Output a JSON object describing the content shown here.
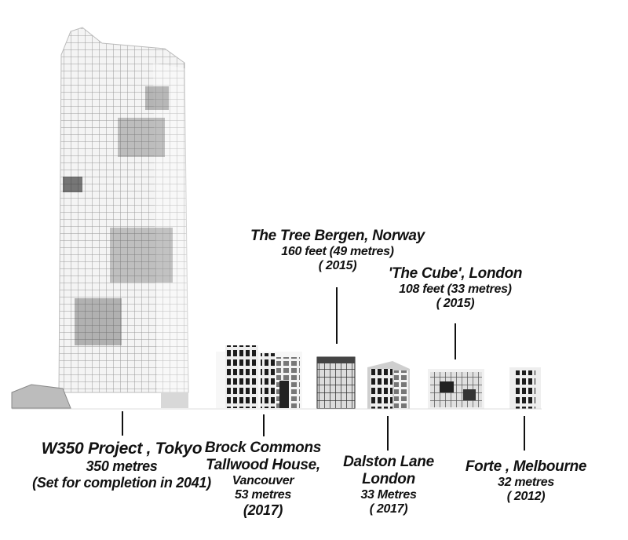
{
  "buildings": [
    {
      "id": "w350",
      "name": "W350 Project , Tokyo",
      "lines": [
        "350 metres",
        "(Set for completion in 2041)"
      ]
    },
    {
      "id": "brock",
      "name": "Brock Commons",
      "name2": "Tallwood House,",
      "lines": [
        "Vancouver",
        "53 metres",
        "(2017)"
      ]
    },
    {
      "id": "tree",
      "name": "The Tree Bergen, Norway",
      "lines": [
        "160 feet (49 metres)",
        "( 2015)"
      ]
    },
    {
      "id": "dalston",
      "name": "Dalston Lane",
      "name2": "London",
      "lines": [
        "33 Metres",
        "( 2017)"
      ]
    },
    {
      "id": "cube",
      "name": "'The Cube', London",
      "lines": [
        "108 feet (33 metres)",
        "( 2015)"
      ]
    },
    {
      "id": "forte",
      "name": "Forte , Melbourne",
      "lines": [
        "32 metres",
        "( 2012)"
      ]
    }
  ]
}
